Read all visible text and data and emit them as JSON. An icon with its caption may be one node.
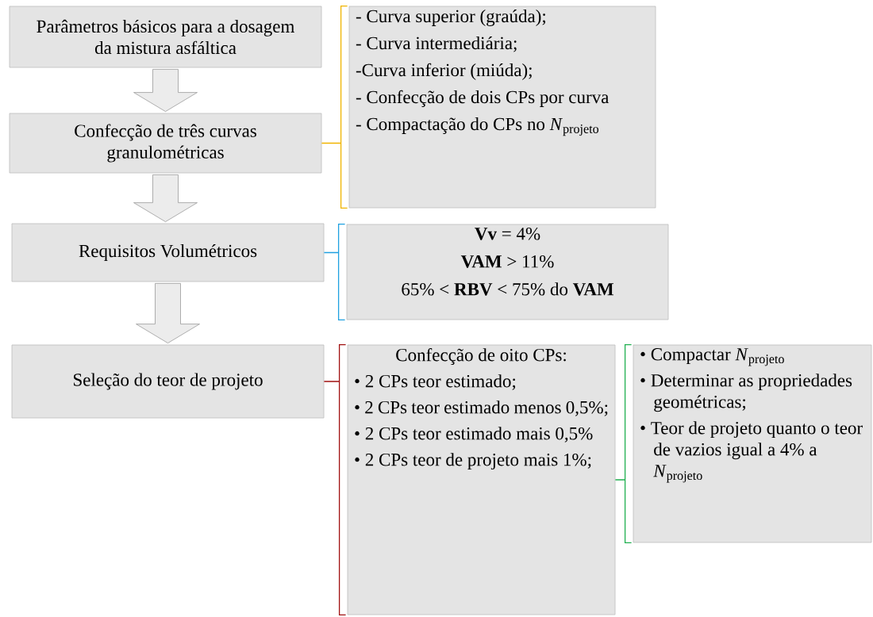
{
  "diagram": {
    "nodes": [
      {
        "text": [
          "Parâmetros básicos para a dosagem da mistura asfáltica"
        ]
      },
      {
        "text": [
          "Confecção de três curvas granulométricas"
        ]
      },
      {
        "text": [
          "- Curva superior (graúda);",
          "- Curva intermediária;",
          "-Curva inferior (miúda);",
          "- Confecção de dois CPs por curva",
          "- Compactação do CPs no *N*$_{projeto}$"
        ]
      },
      {
        "text": [
          "Requisitos Volumétricos"
        ]
      },
      {
        "text": [
          "**Vv** = 4%",
          "**VAM** > 11%",
          "65% < **RBV** < 75% do **VAM**"
        ]
      },
      {
        "text": [
          "Seleção do teor de projeto"
        ]
      },
      {
        "text": [
          "Confecção de oito CPs:",
          "• 2 CPs teor estimado;",
          "• 2 CPs teor estimado menos 0,5%;",
          "• 2 CPs teor estimado mais 0,5%",
          "• 2 CPs teor de projeto mais 1%;"
        ]
      },
      {
        "text": [
          "• Compactar *N*$_{projeto}$",
          "• Determinar as propriedades geométricas;",
          "• Teor de projeto quanto o teor de vazios igual a 4% a *N*$_{projeto}$"
        ]
      }
    ],
    "edges": [
      {
        "from": 0,
        "to": 1,
        "arrow": "to"
      },
      {
        "from": 1,
        "to": 2,
        "arrow": "none",
        "color": "#f0b400"
      },
      {
        "from": 1,
        "to": 3,
        "arrow": "to"
      },
      {
        "from": 3,
        "to": 4,
        "arrow": "none",
        "color": "#1fa0e0"
      },
      {
        "from": 3,
        "to": 5,
        "arrow": "to"
      },
      {
        "from": 5,
        "to": 6,
        "arrow": "none",
        "color": "#a01010"
      },
      {
        "from": 6,
        "to": 7,
        "arrow": "none",
        "color": "#20b050"
      }
    ]
  }
}
